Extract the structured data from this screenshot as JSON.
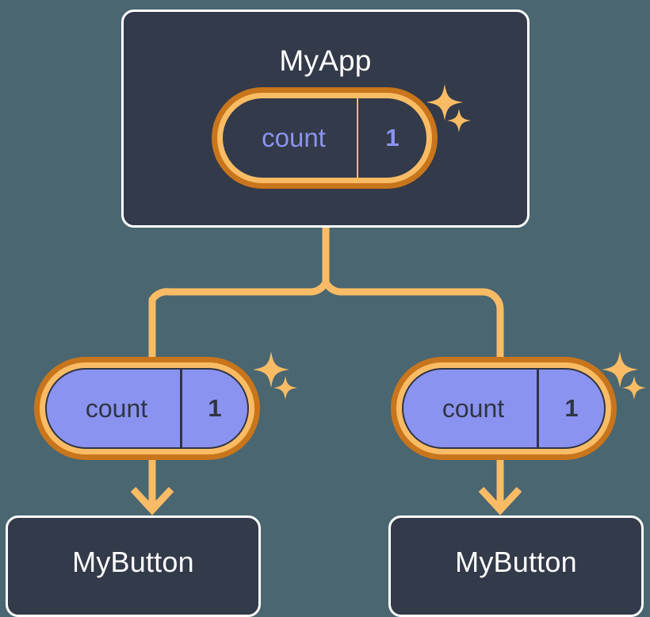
{
  "diagram": {
    "title": "MyApp component tree with shared count state",
    "background_color": "#4A6670",
    "accent_orange": "#F9BC65",
    "accent_orange_dark": "#C8751C",
    "panel_fill": "#333A49",
    "panel_border": "#FFFFFF",
    "state_purple": "#8B93F0",
    "text_dark": "#2E3544"
  },
  "root": {
    "label": "MyApp",
    "state": {
      "key": "count",
      "value": "1"
    },
    "sparkle": "sparkle-icon"
  },
  "branches": [
    {
      "state": {
        "key": "count",
        "value": "1"
      },
      "sparkle": "sparkle-icon",
      "child": {
        "label": "MyButton"
      }
    },
    {
      "state": {
        "key": "count",
        "value": "1"
      },
      "sparkle": "sparkle-icon",
      "child": {
        "label": "MyButton"
      }
    }
  ],
  "connectors": {
    "trunk": "vertical-line",
    "split": "tee-junction",
    "arrow": "down-arrow"
  }
}
